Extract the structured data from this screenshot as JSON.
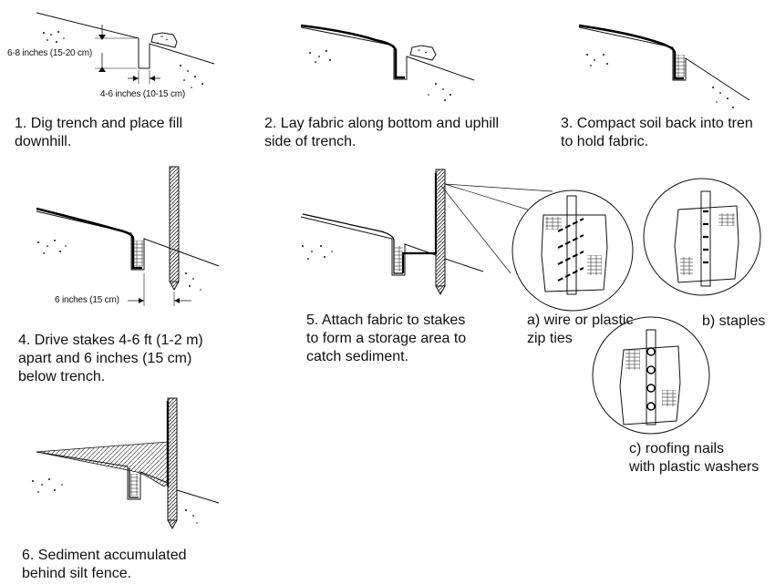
{
  "steps": [
    {
      "caption": "1. Dig trench and place fill\ndownhill."
    },
    {
      "caption": "2. Lay fabric along bottom and uphill\nside of trench."
    },
    {
      "caption": "3. Compact soil back into tren\nto hold fabric."
    },
    {
      "caption": "4. Drive stakes 4-6 ft (1-2 m)\napart and 6 inches (15 cm)\nbelow trench."
    },
    {
      "caption": "5. Attach fabric to stakes\nto form a storage area to\ncatch sediment."
    },
    {
      "caption": "6. Sediment accumulated\nbehind silt fence."
    }
  ],
  "dimensions": {
    "trench_depth": "6-8 inches (15-20 cm)",
    "trench_width": "4-6 inches (10-15 cm)",
    "stake_depth": "6 inches (15 cm)"
  },
  "details": {
    "a": "a) wire or plastic\nzip ties",
    "b": "b) staples",
    "c": "c) roofing nails\nwith plastic washers"
  }
}
